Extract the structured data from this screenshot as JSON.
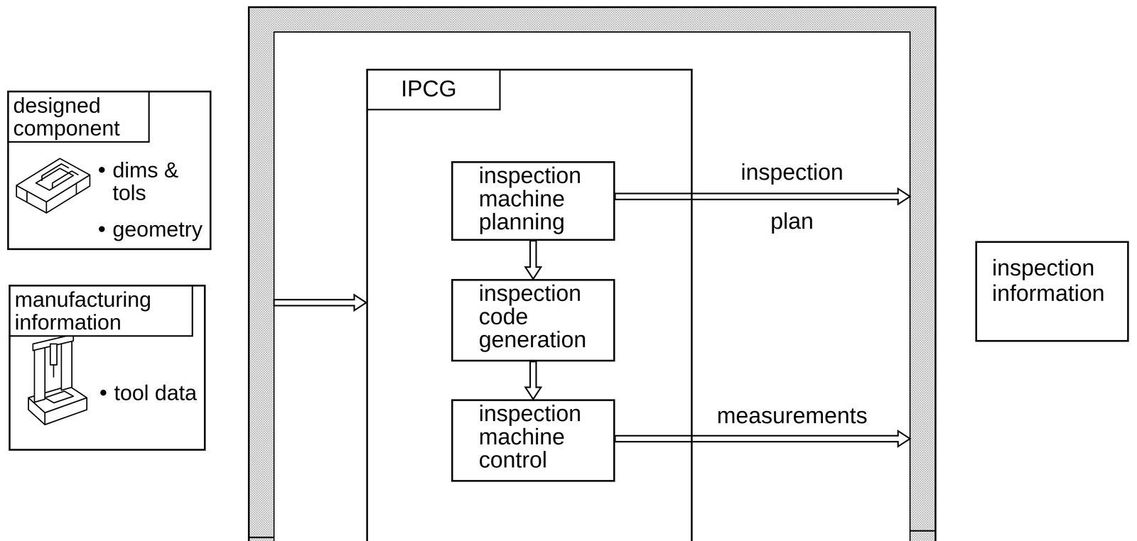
{
  "diagram": {
    "nodes": [
      {
        "text": [
          "designed component",
          "dims & tols",
          "geometry"
        ]
      },
      {
        "text": [
          "manufacturing information",
          "tool data"
        ]
      },
      {
        "text": [
          "IPCG"
        ]
      },
      {
        "text": [
          "inspection machine planning"
        ],
        "in": 2
      },
      {
        "text": [
          "inspection code generation"
        ],
        "in": 2
      },
      {
        "text": [
          "inspection machine control"
        ],
        "in": 2
      },
      {
        "text": [
          "inspection information"
        ]
      }
    ],
    "edges": [
      {
        "from": 3,
        "to": 4,
        "arrow": "to"
      },
      {
        "from": 4,
        "to": 5,
        "arrow": "to"
      }
    ],
    "labels": [
      "inspection",
      "plan",
      "measurements"
    ]
  }
}
